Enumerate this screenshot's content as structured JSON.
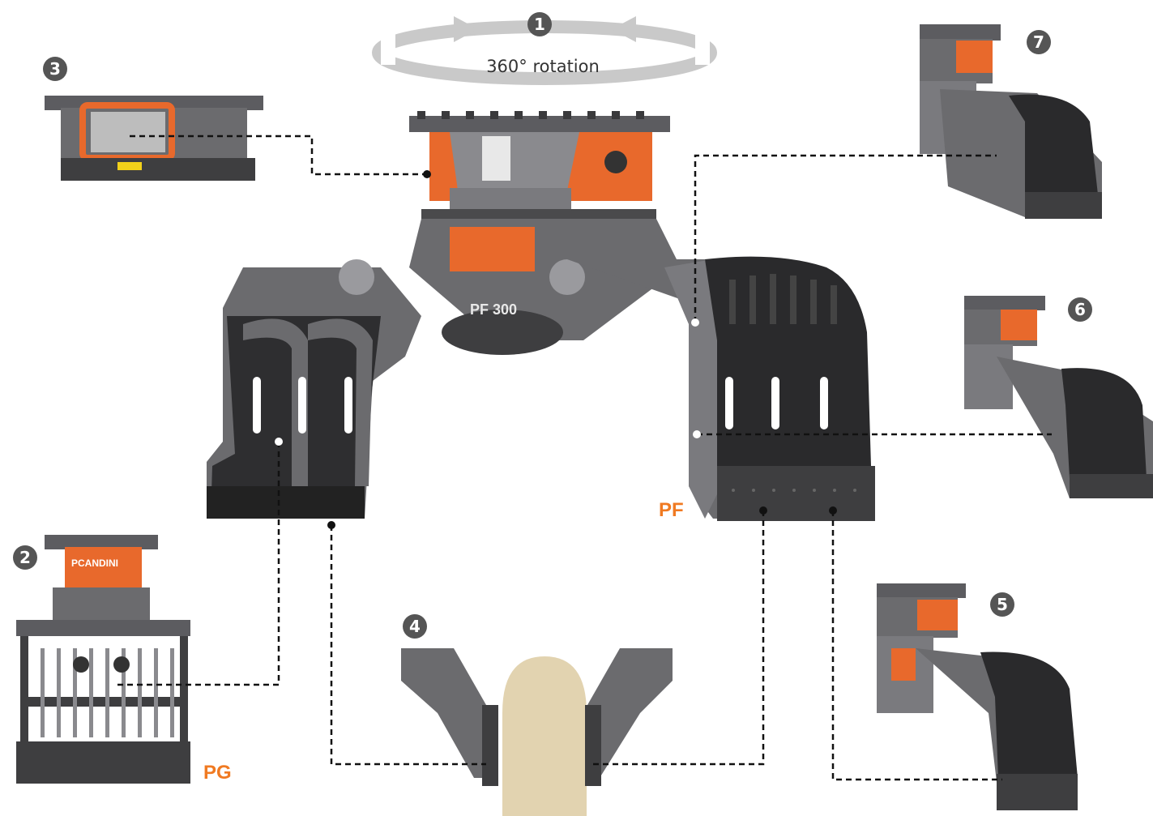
{
  "rotation": {
    "label": "360° rotation"
  },
  "callouts": [
    "1",
    "2",
    "3",
    "4",
    "5",
    "6",
    "7"
  ],
  "models": {
    "left": "PG",
    "right": "PF"
  },
  "product_badge": "PF 300",
  "brand_plate": "PCANDINI",
  "colors": {
    "accent_orange": "#e8692c",
    "body_grey": "#6b6b6e",
    "dark_grey": "#3e3e40",
    "black_grapple": "#2a2a2c",
    "callout_grey": "#555555",
    "log_beige": "#e2d3b0",
    "label_orange": "#f07a22"
  }
}
